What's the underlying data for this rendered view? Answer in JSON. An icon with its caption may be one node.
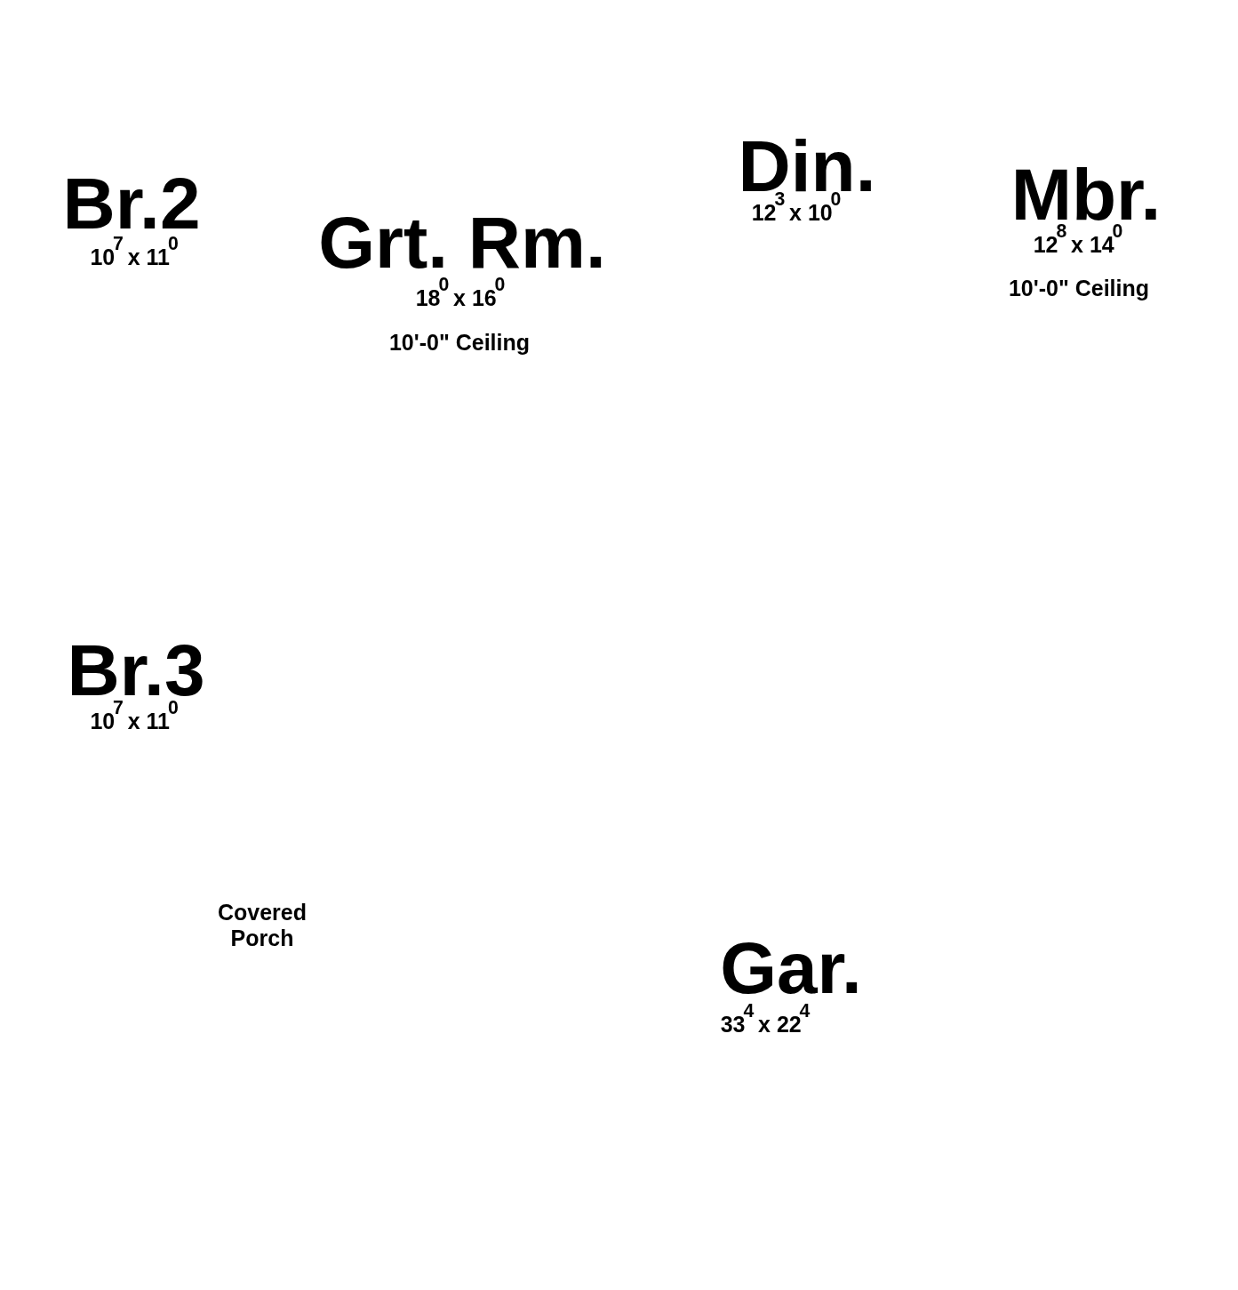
{
  "diagram": {
    "labels": [
      "Br.2",
      "10$^{7}$ x 11$^{0}$",
      "Grt. Rm.",
      "18$^{0}$ x 16$^{0}$",
      "10'-0\" Ceiling",
      "Din.",
      "12$^{3}$ x 10$^{0}$",
      "Mbr.",
      "12$^{8}$ x 14$^{0}$",
      "10'-0\" Ceiling",
      "Br.3",
      "10$^{7}$ x 11$^{0}$",
      "Covered Porch",
      "Gar.",
      "33$^{4}$ x 22$^{4}$"
    ]
  }
}
